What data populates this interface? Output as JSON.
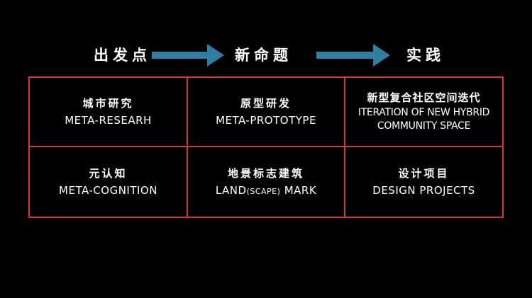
{
  "flow": {
    "steps": [
      "出发点",
      "新命题",
      "实践"
    ],
    "arrow_color": "#2f7fa3"
  },
  "grid": {
    "border_color": "#d23a3a",
    "cells": [
      {
        "cn": "城市研究",
        "en": [
          "META-RESEARH"
        ]
      },
      {
        "cn": "原型研发",
        "en": [
          "META-PROTOTYPE"
        ]
      },
      {
        "cn": "新型复合社区空间迭代",
        "en": [
          "ITERATION OF NEW HYBRID",
          "COMMUNITY SPACE"
        ]
      },
      {
        "cn": "元认知",
        "en": [
          "META-COGNITION"
        ]
      },
      {
        "cn": "地景标志建筑",
        "en_parts": [
          "LAND",
          "(SCAPE)",
          " MARK"
        ]
      },
      {
        "cn": "设计项目",
        "en": [
          "DESIGN PROJECTS"
        ]
      }
    ]
  }
}
